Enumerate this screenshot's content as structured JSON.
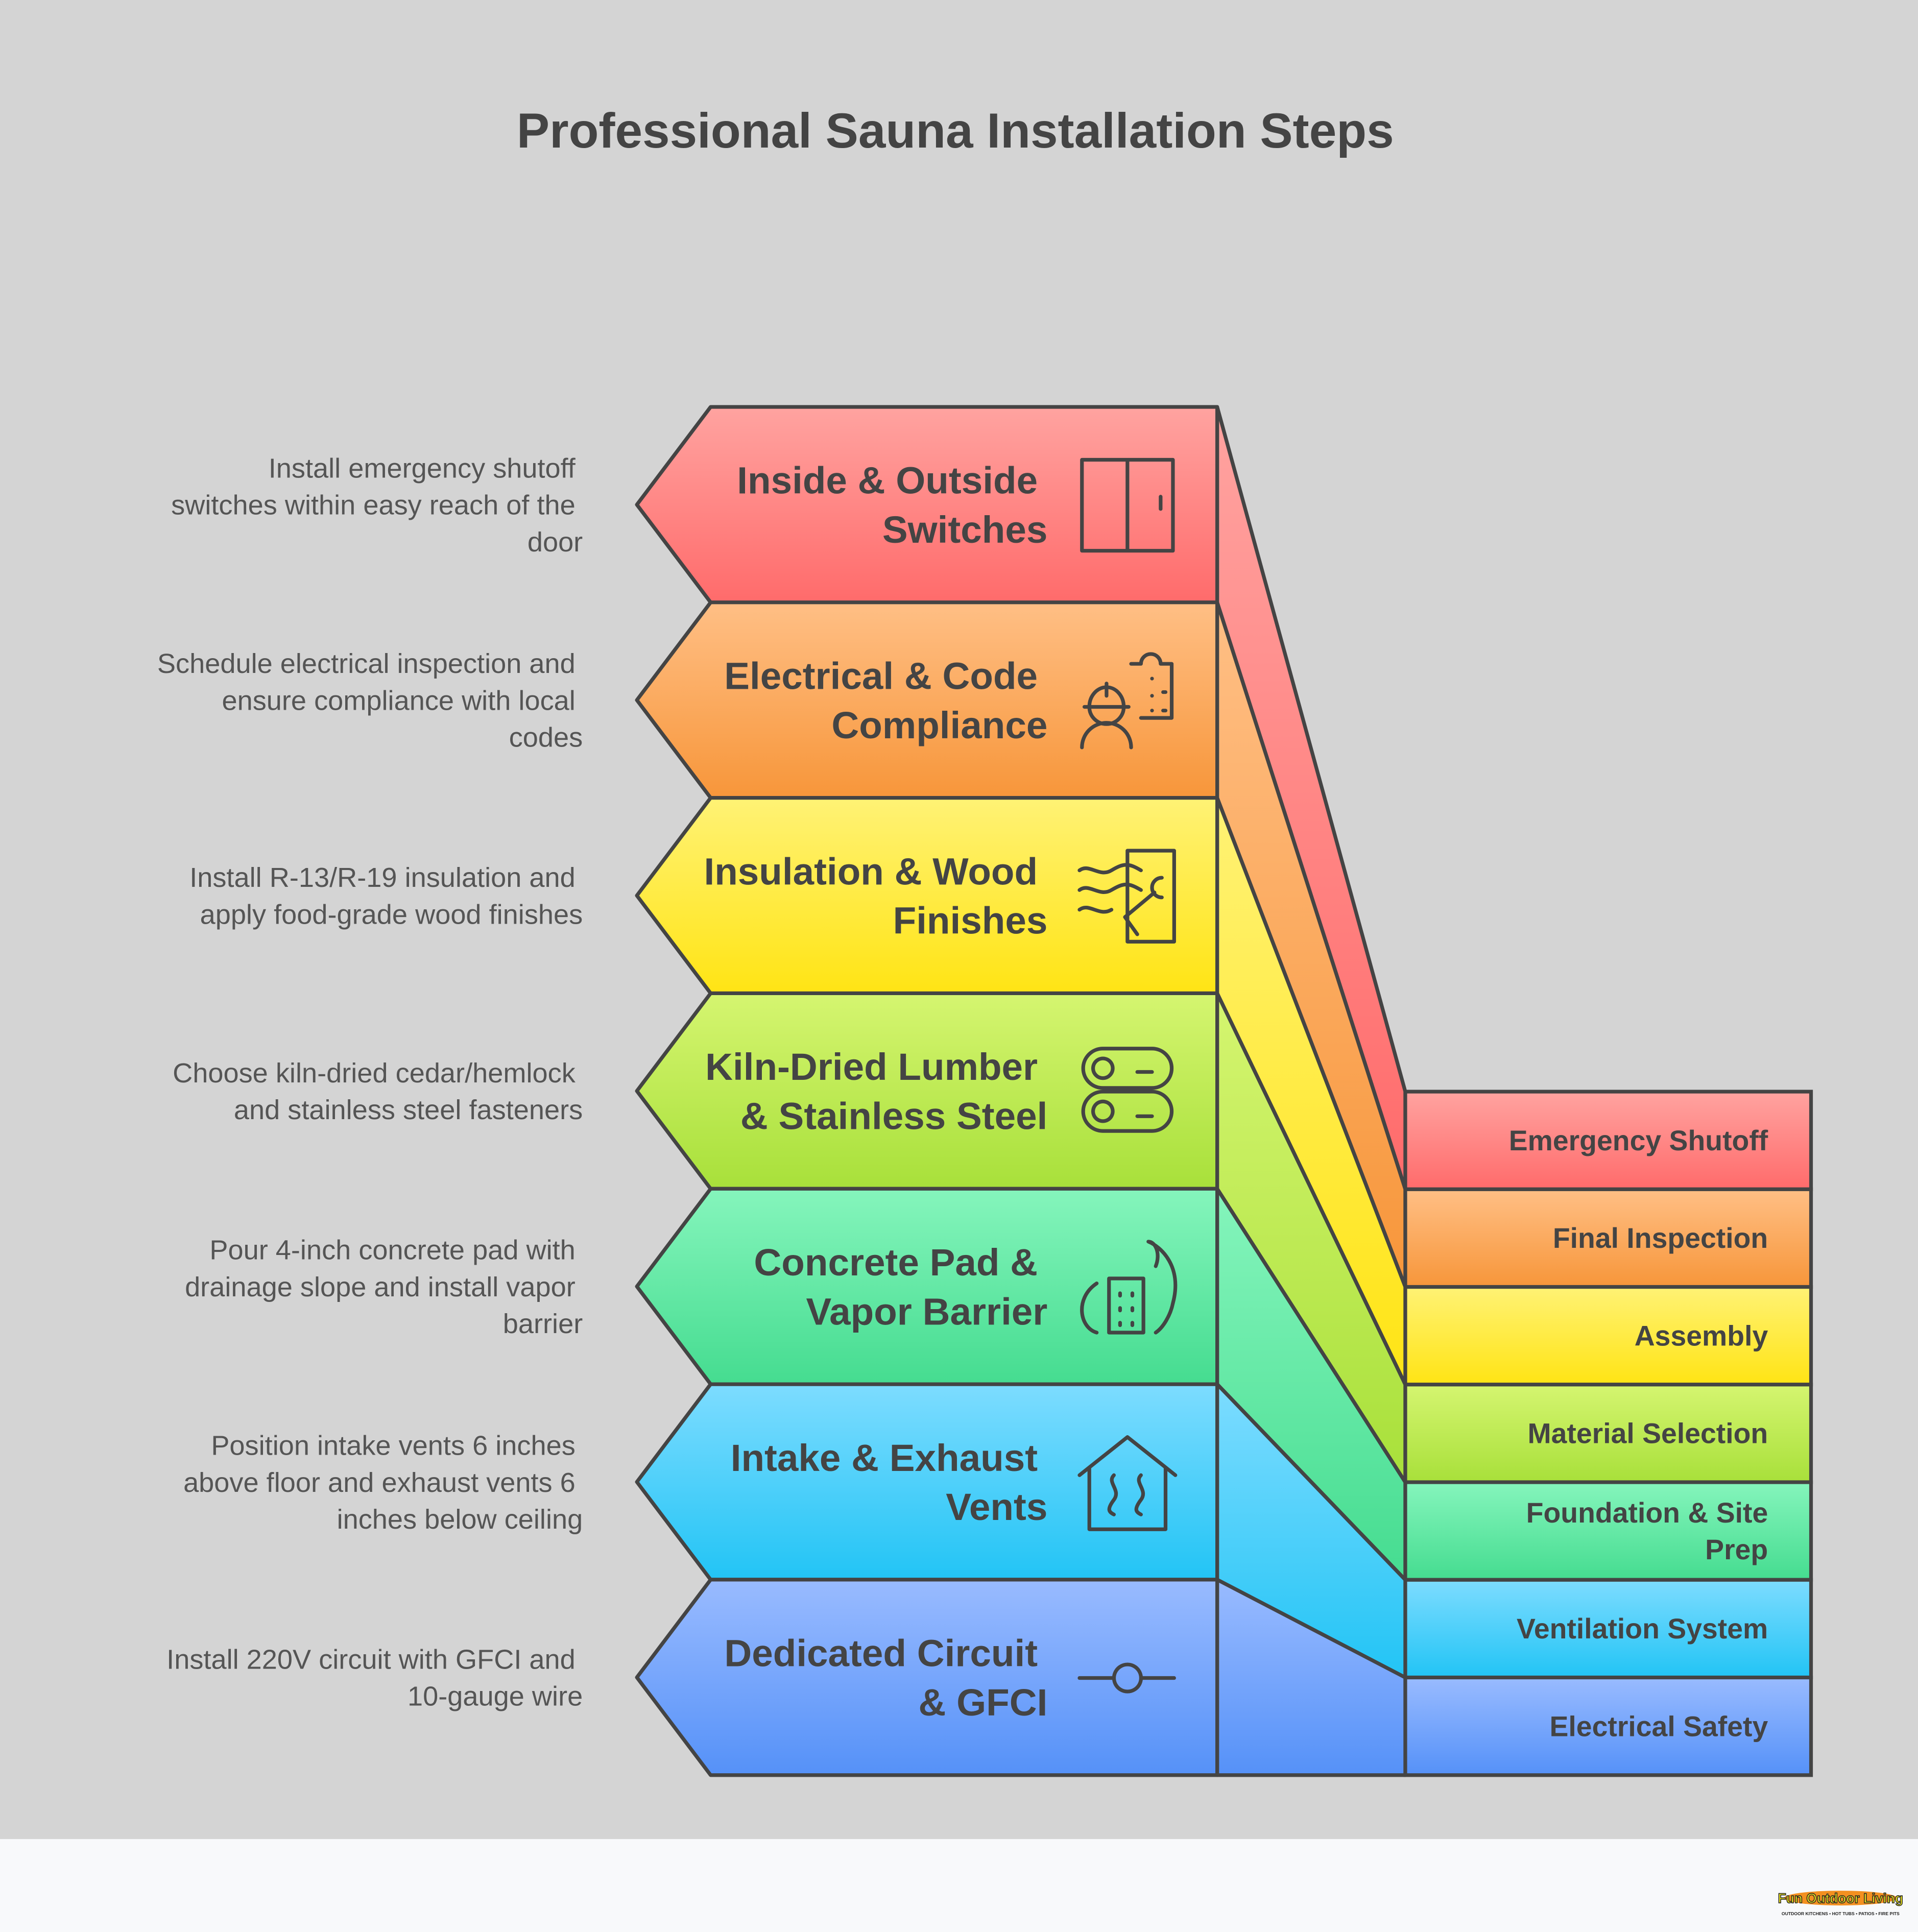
{
  "title": "Professional Sauna Installation Steps",
  "colors": {
    "background": "#d4d4d4",
    "footer": "#f8f9fb",
    "stroke": "#444444",
    "text": "#444444"
  },
  "steps": [
    {
      "title": [
        "Inside & Outside",
        "Switches"
      ],
      "description": [
        "Install emergency shutoff",
        "switches within easy reach of the",
        "door"
      ],
      "label": [
        "Emergency Shutoff"
      ],
      "icon": "door-icon",
      "color_top": "#ffa3a0",
      "color_bottom": "#ff6b6b"
    },
    {
      "title": [
        "Electrical & Code",
        "Compliance"
      ],
      "description": [
        "Schedule electrical inspection and",
        "ensure compliance with local",
        "codes"
      ],
      "label": [
        "Final Inspection"
      ],
      "icon": "inspector-clipboard-icon",
      "color_top": "#ffbf85",
      "color_bottom": "#f7963a"
    },
    {
      "title": [
        "Insulation & Wood",
        "Finishes"
      ],
      "description": [
        "Install R-13/R-19 insulation and",
        "apply food-grade wood finishes"
      ],
      "label": [
        "Assembly"
      ],
      "icon": "wall-insulation-icon",
      "color_top": "#fff275",
      "color_bottom": "#ffe414"
    },
    {
      "title": [
        "Kiln-Dried Lumber",
        "& Stainless Steel"
      ],
      "description": [
        "Choose kiln-dried cedar/hemlock",
        "and stainless steel fasteners"
      ],
      "label": [
        "Material Selection"
      ],
      "icon": "lumber-logs-icon",
      "color_top": "#d5f570",
      "color_bottom": "#a8e03a"
    },
    {
      "title": [
        "Concrete Pad &",
        "Vapor Barrier"
      ],
      "description": [
        "Pour 4-inch concrete pad with",
        "drainage slope and install vapor",
        "barrier"
      ],
      "label": [
        "Foundation & Site",
        "Prep"
      ],
      "icon": "building-flame-icon",
      "color_top": "#85f5bc",
      "color_bottom": "#45dc90"
    },
    {
      "title": [
        "Intake & Exhaust",
        "Vents"
      ],
      "description": [
        "Position intake vents 6 inches",
        "above floor and exhaust vents 6",
        "inches below ceiling"
      ],
      "label": [
        "Ventilation System"
      ],
      "icon": "house-steam-icon",
      "color_top": "#7ddcff",
      "color_bottom": "#22c4f5"
    },
    {
      "title": [
        "Dedicated Circuit",
        "& GFCI"
      ],
      "description": [
        "Install 220V circuit with GFCI and",
        "10-gauge wire"
      ],
      "label": [
        "Electrical Safety"
      ],
      "icon": "circuit-switch-icon",
      "color_top": "#99bbff",
      "color_bottom": "#5591f8"
    }
  ],
  "logo": {
    "name": "Fun Outdoor Living",
    "tagline": "OUTDOOR KITCHENS • HOT TUBS • PATIOS • FIRE PITS"
  }
}
